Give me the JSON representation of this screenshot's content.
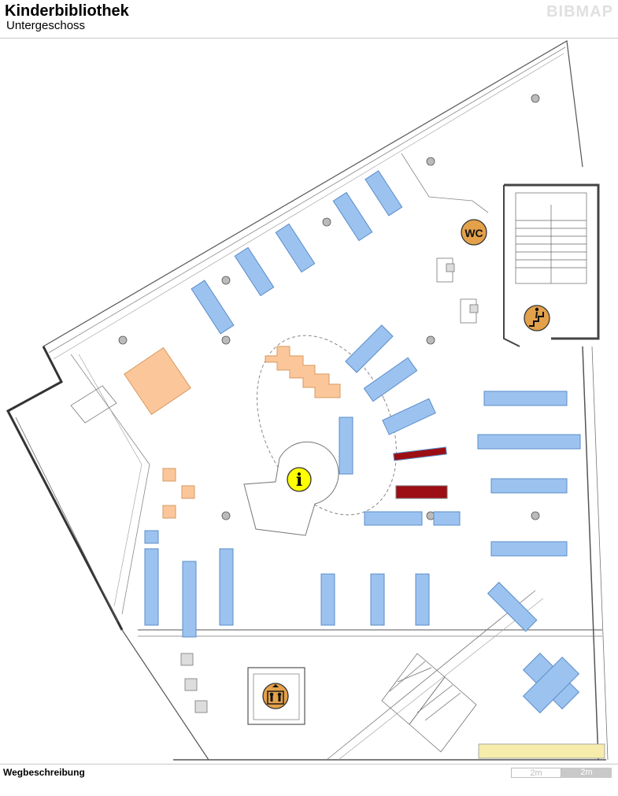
{
  "header": {
    "title": "Kinderbibliothek",
    "subtitle": "Untergeschoss",
    "brand": "BIBMAP"
  },
  "map": {
    "markers": {
      "info": "i",
      "wc": "WC",
      "stairs": "stairs",
      "elevator": "elevator"
    },
    "colors": {
      "shelf": "#9cc3f0",
      "shelf_stroke": "#5a8cc8",
      "seating": "#fbc79a",
      "media_shelf": "#9c0d14",
      "counter": "#f6ecac",
      "marker": "#e3a14a",
      "info_marker": "#ffff00"
    }
  },
  "footer": {
    "directions_label": "Wegbeschreibung",
    "scale_label_1": "2m",
    "scale_label_2": "2m"
  }
}
